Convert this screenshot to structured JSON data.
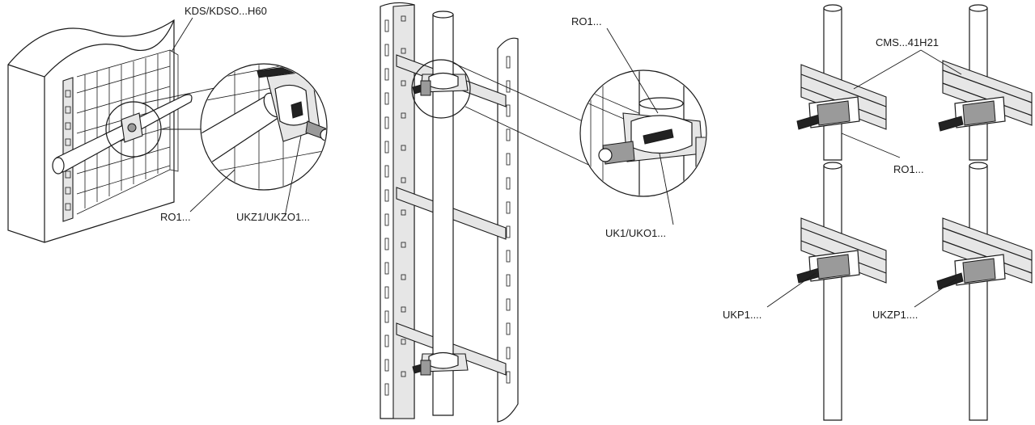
{
  "labels": {
    "kds": "KDS/KDSO...H60",
    "ro1_left": "RO1...",
    "ukz1": "UKZ1/UKZO1...",
    "ro1_middle": "RO1...",
    "uk1": "UK1/UKO1...",
    "cms": "CMS...41H21",
    "ro1_right": "RO1...",
    "ukp1": "UKP1....",
    "ukzp1": "UKZP1...."
  },
  "colors": {
    "line": "#1a1a1a",
    "shade_light": "#e6e6e6",
    "shade_mid": "#9a9a9a",
    "background": "#ffffff"
  }
}
